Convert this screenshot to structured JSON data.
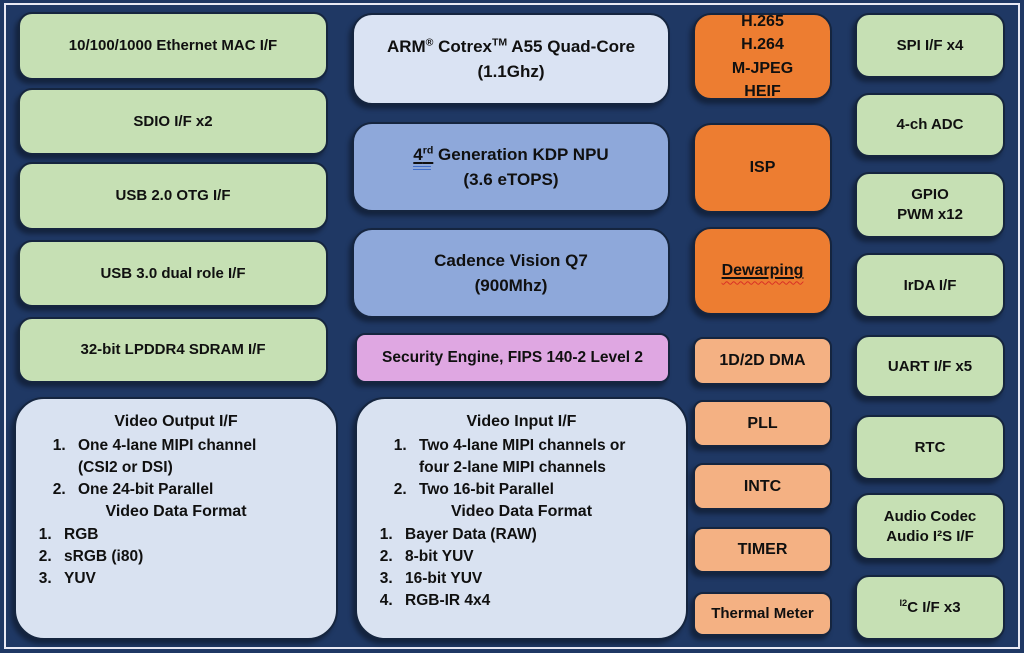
{
  "peripherals_left": [
    {
      "label": "10/100/1000 Ethernet MAC I/F"
    },
    {
      "label": "SDIO I/F x2"
    },
    {
      "label": "USB 2.0 OTG I/F"
    },
    {
      "label": "USB 3.0 dual role I/F"
    },
    {
      "label": "32-bit LPDDR4 SDRAM I/F"
    }
  ],
  "video_output": {
    "title": "Video Output I/F",
    "interfaces": [
      "One 4-lane MIPI channel\n(CSI2 or DSI)",
      "One 24-bit Parallel"
    ],
    "format_title": "Video Data Format",
    "formats": [
      "RGB",
      "sRGB (i80)",
      "YUV"
    ]
  },
  "compute": {
    "cpu_name": "ARM",
    "cpu_reg": "®",
    "cpu_mid": " Cotrex",
    "cpu_tm": "TM",
    "cpu_post": " A55 Quad-Core",
    "cpu_line2": "(1.1Ghz)",
    "npu_num": "4",
    "npu_sup": "rd",
    "npu_rest": " Generation KDP NPU",
    "npu_line2": "(3.6 eTOPS)",
    "dsp_line1": "Cadence Vision Q7",
    "dsp_line2": "(900Mhz)",
    "security": "Security Engine, FIPS 140-2 Level 2"
  },
  "video_input": {
    "title": "Video Input I/F",
    "interfaces": [
      "Two 4-lane MIPI channels or\nfour 2-lane MIPI channels",
      "Two 16-bit Parallel"
    ],
    "format_title": "Video Data Format",
    "formats": [
      "Bayer Data (RAW)",
      "8-bit YUV",
      "16-bit YUV",
      "RGB-IR 4x4"
    ]
  },
  "media": {
    "codec": "H.265\nH.264\nM-JPEG\nHEIF",
    "isp": "ISP",
    "dewarping": "Dewarping",
    "blocks": [
      "1D/2D DMA",
      "PLL",
      "INTC",
      "TIMER",
      "Thermal Meter"
    ]
  },
  "peripherals_right": [
    {
      "label": "SPI I/F x4"
    },
    {
      "label": "4-ch ADC"
    },
    {
      "label": "GPIO\nPWM x12"
    },
    {
      "label": "IrDA I/F"
    },
    {
      "label": "UART I/F x5"
    },
    {
      "label": "RTC"
    },
    {
      "label": "Audio Codec\nAudio I²S I/F"
    }
  ],
  "i2c": {
    "sup": "I2",
    "rest": "C I/F x3"
  },
  "colors": {
    "background": "#1f3864",
    "frame_line": "#e9e9f4",
    "green": "#c6e0b4",
    "light_blue": "#dae3f3",
    "medium_blue": "#8ea8da",
    "panel_blue": "#d9e2f1",
    "purple": "#dfa7e2",
    "orange_dark": "#ed7d31",
    "orange_light": "#f4b183",
    "spellcheck_red": "#d93025",
    "grammar_blue": "#3f6ec9"
  }
}
